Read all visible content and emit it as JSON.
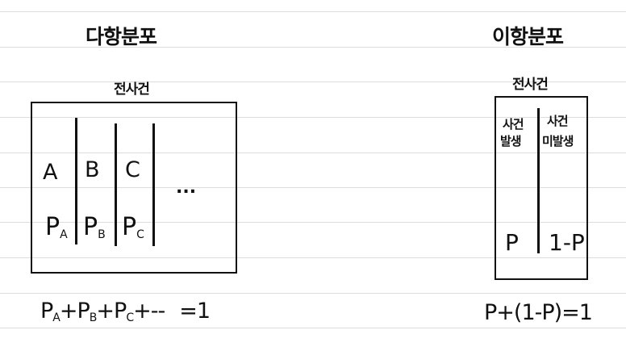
{
  "multinomial": {
    "title": "다항분포",
    "box_label": "전사건",
    "events": [
      {
        "name": "A",
        "prob_base": "P",
        "prob_sub": "A"
      },
      {
        "name": "B",
        "prob_base": "P",
        "prob_sub": "B"
      },
      {
        "name": "C",
        "prob_base": "P",
        "prob_sub": "C"
      }
    ],
    "ellipsis": "...",
    "formula": {
      "terms": [
        {
          "base": "P",
          "sub": "A"
        },
        {
          "base": "P",
          "sub": "B"
        },
        {
          "base": "P",
          "sub": "C"
        }
      ],
      "plus": "+",
      "tail": "+--",
      "rhs": "=1"
    }
  },
  "binomial": {
    "title": "이항분포",
    "box_label": "전사건",
    "occur_label_1": "사건",
    "occur_label_2": "발생",
    "nonoccur_label_1": "사건",
    "nonoccur_label_2": "미발생",
    "occur_prob": "P",
    "nonoccur_prob": "1-P",
    "formula": "P+(1-P)=1"
  }
}
